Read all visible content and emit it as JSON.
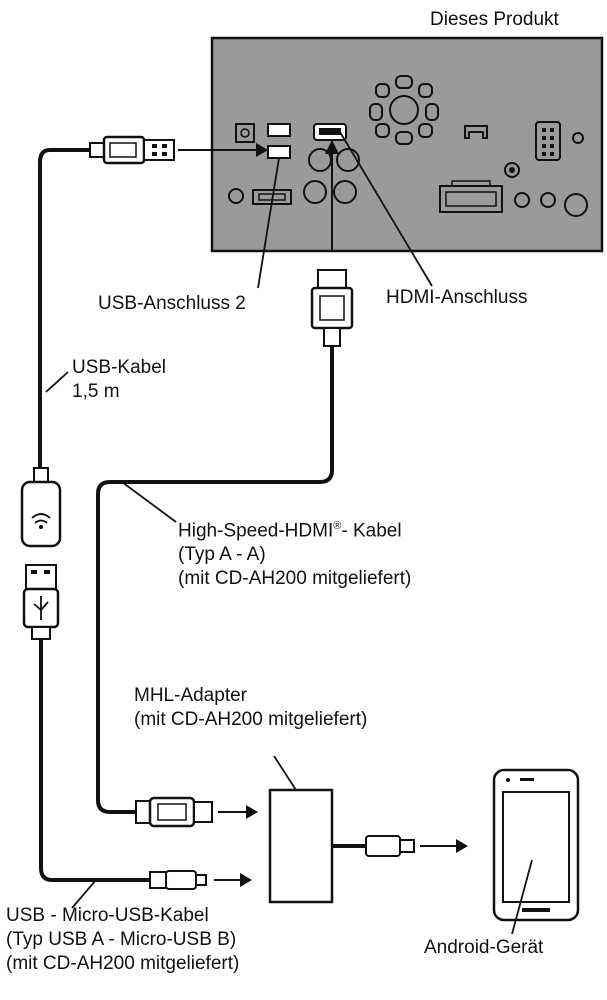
{
  "labels": {
    "product": "Dieses Produkt",
    "usb_port": "USB-Anschluss 2",
    "hdmi_port": "HDMI-Anschluss",
    "usb_cable_line1": "USB-Kabel",
    "usb_cable_line2": "1,5 m",
    "hdmi_cable_line1_a": "High-Speed-HDMI",
    "hdmi_cable_line1_reg": "®",
    "hdmi_cable_line1_b": "- Kabel",
    "hdmi_cable_line2": "(Typ A - A)",
    "hdmi_cable_line3": "(mit CD-AH200 mitgeliefert)",
    "mhl_line1": "MHL-Adapter",
    "mhl_line2": "(mit CD-AH200 mitgeliefert)",
    "android": "Android-Gerät",
    "micro_usb_line1": "USB - Micro-USB-Kabel",
    "micro_usb_line2": "(Typ USB A - Micro-USB B)",
    "micro_usb_line3": "(mit CD-AH200 mitgeliefert)"
  },
  "colors": {
    "panel": "#9a9a9a",
    "line": "#111111",
    "background": "#ffffff"
  }
}
